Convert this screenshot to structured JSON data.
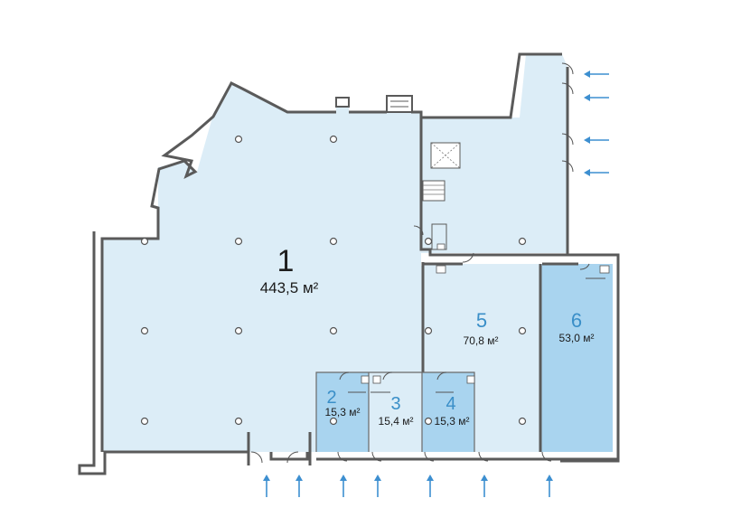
{
  "rooms": [
    {
      "number": "1",
      "area": "443,5 м²"
    },
    {
      "number": "2",
      "area": "15,3 м²"
    },
    {
      "number": "3",
      "area": "15,4 м²"
    },
    {
      "number": "4",
      "area": "15,3 м²"
    },
    {
      "number": "5",
      "area": "70,8 м²"
    },
    {
      "number": "6",
      "area": "53,0 м²"
    }
  ],
  "colors": {
    "room_light": "#dcedf7",
    "room_highlight": "#a9d4ef",
    "room_number_dark": "#1f1f1f",
    "room_number_accent": "#3a8fc8",
    "wall": "#5a5a5a",
    "arrow": "#3d8fd0"
  },
  "icons": [
    "entrance-arrow-icon",
    "column-icon",
    "door-icon",
    "stair-icon",
    "sink-icon"
  ]
}
